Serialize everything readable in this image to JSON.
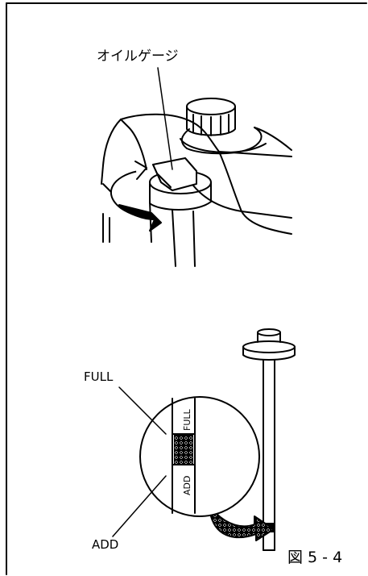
{
  "labels": {
    "oil_gauge": "オイルゲージ",
    "full": "FULL",
    "add": "ADD",
    "figure": "図 5 - 4"
  },
  "dipstick_markings": {
    "full": "FULL",
    "add": "ADD"
  },
  "colors": {
    "line": "#000000",
    "background": "#ffffff",
    "arrow_fill": "#555555"
  }
}
